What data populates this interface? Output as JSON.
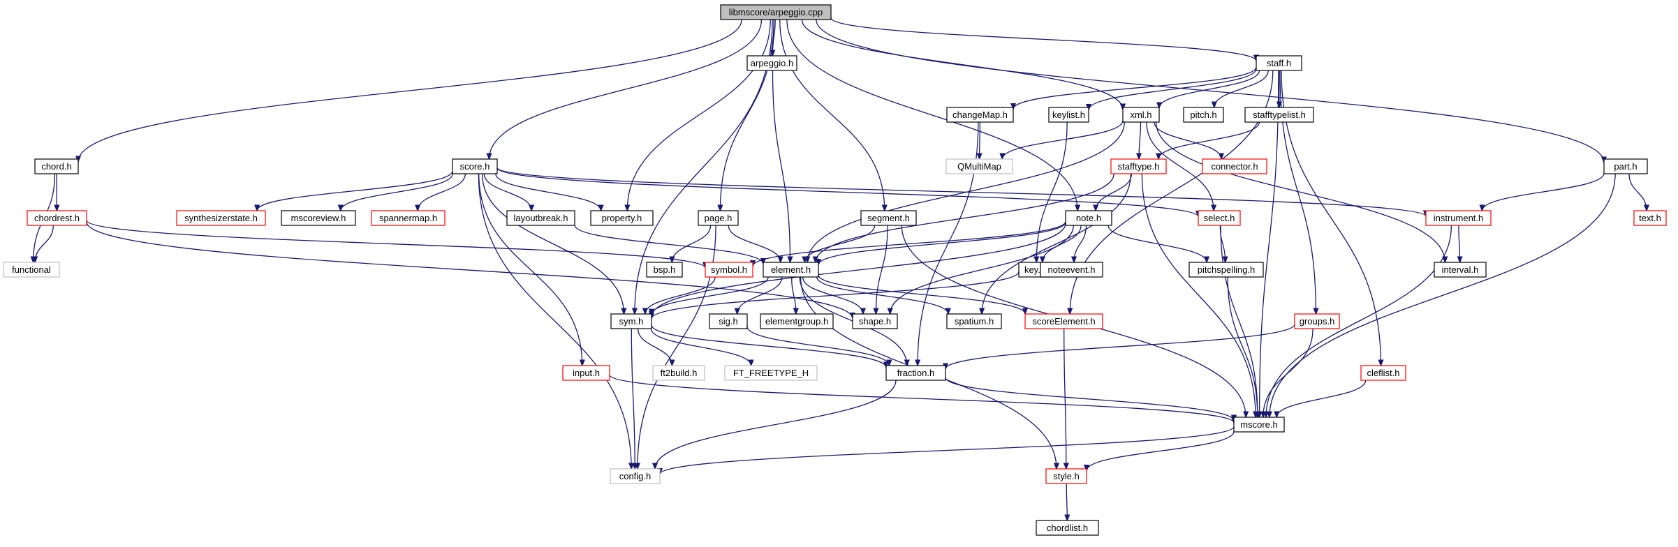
{
  "colors": {
    "edge": "#191970",
    "border_normal": "#000000",
    "border_red": "#ff0000",
    "border_gray": "#bfbfbf",
    "root_fill": "#bfbfbf"
  },
  "nodes": {
    "root": {
      "label": "libmscore/arpeggio.cpp",
      "kind": "root"
    },
    "staff_h": {
      "label": "staff.h",
      "kind": "normal"
    },
    "arpeggio_h": {
      "label": "arpeggio.h",
      "kind": "normal"
    },
    "changemap_h": {
      "label": "changeMap.h",
      "kind": "normal"
    },
    "keylist_h": {
      "label": "keylist.h",
      "kind": "normal"
    },
    "xml_h": {
      "label": "xml.h",
      "kind": "normal"
    },
    "pitch_h": {
      "label": "pitch.h",
      "kind": "normal"
    },
    "stafftypelist_h": {
      "label": "stafftypelist.h",
      "kind": "normal"
    },
    "chord_h": {
      "label": "chord.h",
      "kind": "normal"
    },
    "score_h": {
      "label": "score.h",
      "kind": "normal"
    },
    "qmultimap": {
      "label": "QMultiMap",
      "kind": "gray"
    },
    "stafftype_h": {
      "label": "stafftype.h",
      "kind": "red"
    },
    "connector_h": {
      "label": "connector.h",
      "kind": "red"
    },
    "part_h": {
      "label": "part.h",
      "kind": "normal"
    },
    "chordrest_h": {
      "label": "chordrest.h",
      "kind": "red"
    },
    "synthesizerstate_h": {
      "label": "synthesizerstate.h",
      "kind": "red"
    },
    "mscoreview_h": {
      "label": "mscoreview.h",
      "kind": "normal"
    },
    "spannermap_h": {
      "label": "spannermap.h",
      "kind": "red"
    },
    "layoutbreak_h": {
      "label": "layoutbreak.h",
      "kind": "normal"
    },
    "property_h": {
      "label": "property.h",
      "kind": "normal"
    },
    "page_h": {
      "label": "page.h",
      "kind": "normal"
    },
    "segment_h": {
      "label": "segment.h",
      "kind": "normal"
    },
    "note_h": {
      "label": "note.h",
      "kind": "normal"
    },
    "select_h": {
      "label": "select.h",
      "kind": "red"
    },
    "instrument_h": {
      "label": "instrument.h",
      "kind": "red"
    },
    "text_h": {
      "label": "text.h",
      "kind": "red"
    },
    "functional": {
      "label": "functional",
      "kind": "gray"
    },
    "bsp_h": {
      "label": "bsp.h",
      "kind": "normal"
    },
    "symbol_h": {
      "label": "symbol.h",
      "kind": "red"
    },
    "element_h": {
      "label": "element.h",
      "kind": "normal"
    },
    "key_h": {
      "label": "key.h",
      "kind": "normal"
    },
    "noteevent_h": {
      "label": "noteevent.h",
      "kind": "normal"
    },
    "pitchspelling_h": {
      "label": "pitchspelling.h",
      "kind": "normal"
    },
    "interval_h": {
      "label": "interval.h",
      "kind": "normal"
    },
    "sym_h": {
      "label": "sym.h",
      "kind": "normal"
    },
    "sig_h": {
      "label": "sig.h",
      "kind": "normal"
    },
    "elementgroup_h": {
      "label": "elementgroup.h",
      "kind": "normal"
    },
    "shape_h": {
      "label": "shape.h",
      "kind": "normal"
    },
    "spatium_h": {
      "label": "spatium.h",
      "kind": "normal"
    },
    "scoreelement_h": {
      "label": "scoreElement.h",
      "kind": "red"
    },
    "groups_h": {
      "label": "groups.h",
      "kind": "red"
    },
    "ft2build_h": {
      "label": "ft2build.h",
      "kind": "gray"
    },
    "ft_freetype_h": {
      "label": "FT_FREETYPE_H",
      "kind": "gray"
    },
    "input_h": {
      "label": "input.h",
      "kind": "red"
    },
    "fraction_h": {
      "label": "fraction.h",
      "kind": "normal"
    },
    "clefist_h": {
      "label": "cleflist.h",
      "kind": "red"
    },
    "mscore_h": {
      "label": "mscore.h",
      "kind": "normal"
    },
    "config_h": {
      "label": "config.h",
      "kind": "gray"
    },
    "style_h": {
      "label": "style.h",
      "kind": "red"
    },
    "chordlist_h": {
      "label": "chordlist.h",
      "kind": "normal"
    }
  },
  "edges": [
    [
      "root",
      "staff_h"
    ],
    [
      "root",
      "arpeggio_h"
    ],
    [
      "root",
      "chord_h"
    ],
    [
      "root",
      "score_h"
    ],
    [
      "root",
      "property_h"
    ],
    [
      "root",
      "page_h"
    ],
    [
      "root",
      "segment_h"
    ],
    [
      "root",
      "note_h"
    ],
    [
      "root",
      "xml_h"
    ],
    [
      "root",
      "part_h"
    ],
    [
      "root",
      "sym_h"
    ],
    [
      "staff_h",
      "changemap_h"
    ],
    [
      "staff_h",
      "keylist_h"
    ],
    [
      "staff_h",
      "xml_h"
    ],
    [
      "staff_h",
      "pitch_h"
    ],
    [
      "staff_h",
      "stafftypelist_h"
    ],
    [
      "staff_h",
      "groups_h"
    ],
    [
      "staff_h",
      "clefist_h"
    ],
    [
      "staff_h",
      "mscore_h"
    ],
    [
      "staff_h",
      "scoreelement_h"
    ],
    [
      "arpeggio_h",
      "element_h"
    ],
    [
      "changemap_h",
      "qmultimap"
    ],
    [
      "changemap_h",
      "fraction_h"
    ],
    [
      "keylist_h",
      "key_h"
    ],
    [
      "xml_h",
      "qmultimap"
    ],
    [
      "xml_h",
      "stafftype_h"
    ],
    [
      "xml_h",
      "connector_h"
    ],
    [
      "xml_h",
      "select_h"
    ],
    [
      "xml_h",
      "interval_h"
    ],
    [
      "xml_h",
      "element_h"
    ],
    [
      "stafftypelist_h",
      "stafftype_h"
    ],
    [
      "chord_h",
      "chordrest_h"
    ],
    [
      "chord_h",
      "functional"
    ],
    [
      "chordrest_h",
      "functional"
    ],
    [
      "chordrest_h",
      "symbol_h"
    ],
    [
      "chordrest_h",
      "shape_h"
    ],
    [
      "score_h",
      "synthesizerstate_h"
    ],
    [
      "score_h",
      "mscoreview_h"
    ],
    [
      "score_h",
      "spannermap_h"
    ],
    [
      "score_h",
      "layoutbreak_h"
    ],
    [
      "score_h",
      "property_h"
    ],
    [
      "score_h",
      "select_h"
    ],
    [
      "score_h",
      "instrument_h"
    ],
    [
      "score_h",
      "sym_h"
    ],
    [
      "score_h",
      "input_h"
    ],
    [
      "score_h",
      "config_h"
    ],
    [
      "stafftype_h",
      "element_h"
    ],
    [
      "stafftype_h",
      "note_h"
    ],
    [
      "stafftype_h",
      "mscore_h"
    ],
    [
      "stafftype_h",
      "spatium_h"
    ],
    [
      "part_h",
      "instrument_h"
    ],
    [
      "part_h",
      "text_h"
    ],
    [
      "part_h",
      "mscore_h"
    ],
    [
      "layoutbreak_h",
      "element_h"
    ],
    [
      "page_h",
      "bsp_h"
    ],
    [
      "page_h",
      "element_h"
    ],
    [
      "page_h",
      "config_h"
    ],
    [
      "segment_h",
      "element_h"
    ],
    [
      "segment_h",
      "shape_h"
    ],
    [
      "segment_h",
      "mscore_h"
    ],
    [
      "note_h",
      "element_h"
    ],
    [
      "note_h",
      "symbol_h"
    ],
    [
      "note_h",
      "key_h"
    ],
    [
      "note_h",
      "noteevent_h"
    ],
    [
      "note_h",
      "pitchspelling_h"
    ],
    [
      "note_h",
      "sym_h"
    ],
    [
      "note_h",
      "shape_h"
    ],
    [
      "select_h",
      "pitchspelling_h"
    ],
    [
      "select_h",
      "mscore_h"
    ],
    [
      "instrument_h",
      "interval_h"
    ],
    [
      "instrument_h",
      "mscore_h"
    ],
    [
      "symbol_h",
      "sym_h"
    ],
    [
      "element_h",
      "sym_h"
    ],
    [
      "element_h",
      "sig_h"
    ],
    [
      "element_h",
      "elementgroup_h"
    ],
    [
      "element_h",
      "shape_h"
    ],
    [
      "element_h",
      "spatium_h"
    ],
    [
      "element_h",
      "scoreelement_h"
    ],
    [
      "element_h",
      "fraction_h"
    ],
    [
      "element_h",
      "style_h"
    ],
    [
      "key_h",
      "sym_h"
    ],
    [
      "pitchspelling_h",
      "mscore_h"
    ],
    [
      "sym_h",
      "ft2build_h"
    ],
    [
      "sym_h",
      "ft_freetype_h"
    ],
    [
      "sym_h",
      "config_h"
    ],
    [
      "sym_h",
      "fraction_h"
    ],
    [
      "sig_h",
      "fraction_h"
    ],
    [
      "scoreelement_h",
      "style_h"
    ],
    [
      "groups_h",
      "fraction_h"
    ],
    [
      "groups_h",
      "mscore_h"
    ],
    [
      "input_h",
      "mscore_h"
    ],
    [
      "fraction_h",
      "config_h"
    ],
    [
      "fraction_h",
      "mscore_h"
    ],
    [
      "clefist_h",
      "mscore_h"
    ],
    [
      "mscore_h",
      "config_h"
    ],
    [
      "mscore_h",
      "style_h"
    ],
    [
      "style_h",
      "chordlist_h"
    ]
  ]
}
